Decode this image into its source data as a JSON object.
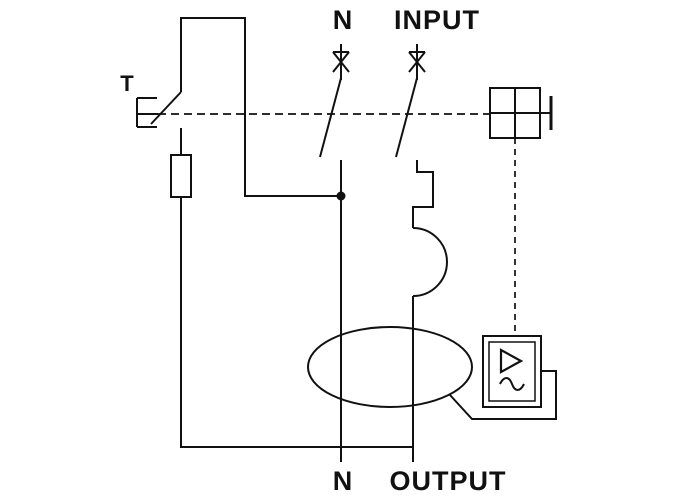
{
  "diagram": {
    "type": "circuit-diagram",
    "background": "#ffffff",
    "line_color": "#111111",
    "labels": {
      "top_neutral": "N",
      "top_input": "INPUT",
      "test_button": "T",
      "bottom_neutral": "N",
      "bottom_output": "OUTPUT"
    },
    "symbols": [
      "input-terminal-icon",
      "switch-contact-icon",
      "test-pushbutton-icon",
      "resistor-icon",
      "overcurrent-release-icon",
      "trip-coil-icon",
      "current-transformer-icon",
      "trip-relay-icon",
      "amplifier-triangle-icon",
      "sine-wave-icon",
      "mechanical-linkage-dashed-icon",
      "junction-dot-icon"
    ]
  }
}
